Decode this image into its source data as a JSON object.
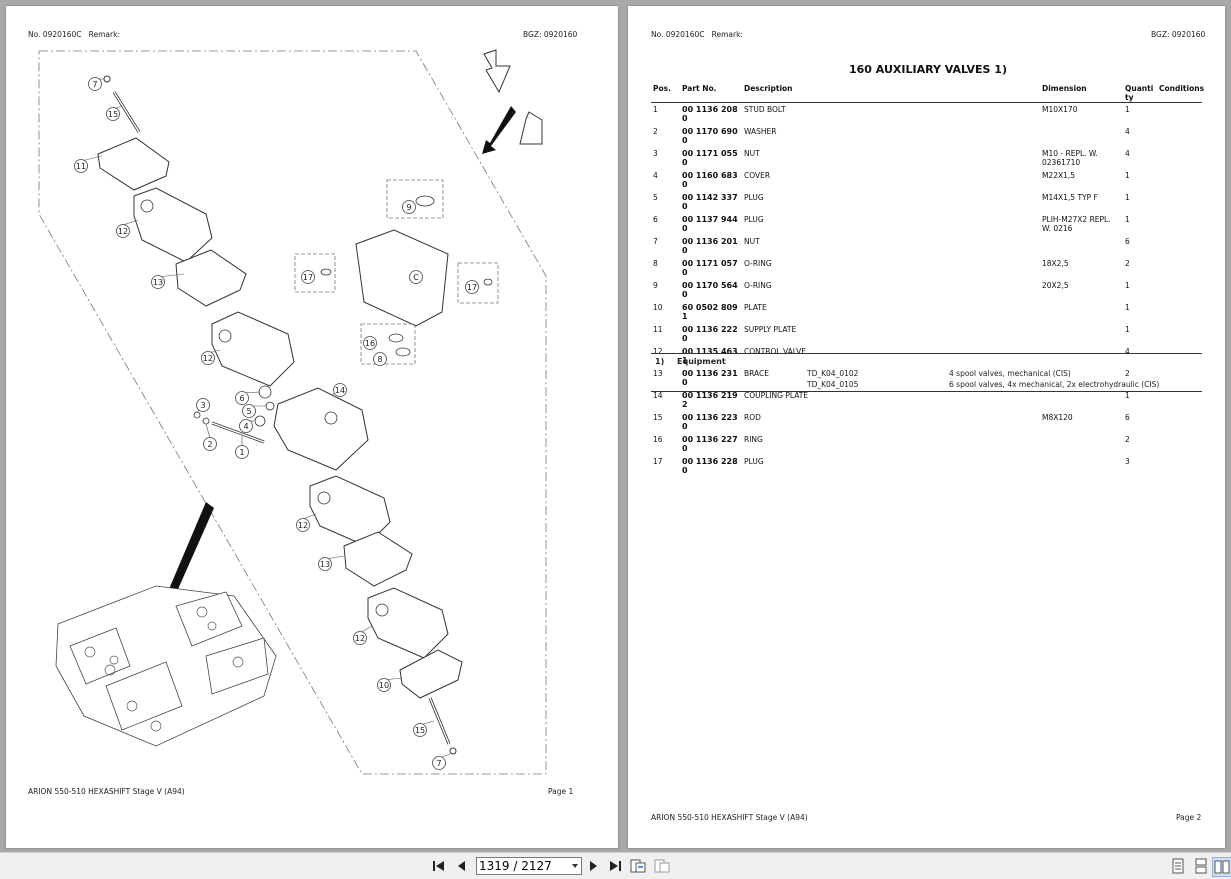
{
  "page1": {
    "doc_no": "No. 0920160C",
    "remark_label": "Remark:",
    "bgz": "BGZ: 0920160",
    "footer_model": "ARION 550-510 HEXASHIFT Stage V (A94)",
    "footer_page": "Page 1",
    "callouts": [
      "7",
      "15",
      "11",
      "12",
      "13",
      "12",
      "3",
      "2",
      "6",
      "5",
      "4",
      "1",
      "14",
      "9",
      "C",
      "17",
      "17",
      "16",
      "8",
      "12",
      "13",
      "12",
      "10",
      "15",
      "7"
    ]
  },
  "page2": {
    "doc_no": "No. 0920160C",
    "remark_label": "Remark:",
    "bgz": "BGZ: 0920160",
    "title": "160 AUXILIARY VALVES  1)",
    "headers": {
      "pos": "Pos.",
      "part_no": "Part No.",
      "description": "Description",
      "dimension": "Dimension",
      "quantity": "Quanti ty",
      "conditions": "Conditions"
    },
    "rows": [
      {
        "pos": "1",
        "part": "00 1136 208 0",
        "desc": "STUD BOLT",
        "dim": "M10X170",
        "qty": "1"
      },
      {
        "pos": "2",
        "part": "00 1170 690 0",
        "desc": "WASHER",
        "dim": "",
        "qty": "4"
      },
      {
        "pos": "3",
        "part": "00 1171 055 0",
        "desc": "NUT",
        "dim": "M10 - REPL. W. 02361710",
        "qty": "4"
      },
      {
        "pos": "4",
        "part": "00 1160 683 0",
        "desc": "COVER",
        "dim": "M22X1,5",
        "qty": "1"
      },
      {
        "pos": "5",
        "part": "00 1142 337 0",
        "desc": "PLUG",
        "dim": "M14X1,5 TYP F",
        "qty": "1"
      },
      {
        "pos": "6",
        "part": "00 1137 944 0",
        "desc": "PLUG",
        "dim": "PLIH-M27X2 REPL. W. 0216",
        "qty": "1"
      },
      {
        "pos": "7",
        "part": "00 1136 201 0",
        "desc": "NUT",
        "dim": "",
        "qty": "6"
      },
      {
        "pos": "8",
        "part": "00 1171 057 0",
        "desc": "O-RING",
        "dim": "18X2,5",
        "qty": "2"
      },
      {
        "pos": "9",
        "part": "00 1170 564 0",
        "desc": "O-RING",
        "dim": "20X2,5",
        "qty": "1"
      },
      {
        "pos": "10",
        "part": "60 0502 809 1",
        "desc": "PLATE",
        "dim": "",
        "qty": "1"
      },
      {
        "pos": "11",
        "part": "00 1136 222 0",
        "desc": "SUPPLY PLATE",
        "dim": "",
        "qty": "1"
      },
      {
        "pos": "12",
        "part": "00 1135 463 1",
        "desc": "CONTROL VALVE",
        "dim": "",
        "qty": "4"
      },
      {
        "pos": "13",
        "part": "00 1136 231 0",
        "desc": "BRACE",
        "dim": "",
        "qty": "2"
      },
      {
        "pos": "14",
        "part": "00 1136 219 2",
        "desc": "COUPLING PLATE",
        "dim": "",
        "qty": "1"
      },
      {
        "pos": "15",
        "part": "00 1136 223 0",
        "desc": "ROD",
        "dim": "M8X120",
        "qty": "6"
      },
      {
        "pos": "16",
        "part": "00 1136 227 0",
        "desc": "RING",
        "dim": "",
        "qty": "2"
      },
      {
        "pos": "17",
        "part": "00 1136 228 0",
        "desc": "PLUG",
        "dim": "",
        "qty": "3"
      }
    ],
    "footnote": {
      "marker": "1)",
      "label": "Equipment",
      "items": [
        {
          "code": "TD_K04_0102",
          "text": "4 spool valves, mechanical (CIS)"
        },
        {
          "code": "TD_K04_0105",
          "text": "6 spool valves, 4x mechanical, 2x electrohydraulic (CIS)"
        }
      ]
    },
    "footer_model": "ARION 550-510 HEXASHIFT Stage V (A94)",
    "footer_page": "Page 2"
  },
  "toolbar": {
    "page_indicator": "1319 / 2127",
    "icons": [
      "first-page-icon",
      "prev-page-icon",
      "next-page-icon",
      "last-page-icon",
      "fit-width-icon",
      "fit-page-icon",
      "single-page-view-icon",
      "continuous-view-icon",
      "two-page-view-icon"
    ]
  }
}
